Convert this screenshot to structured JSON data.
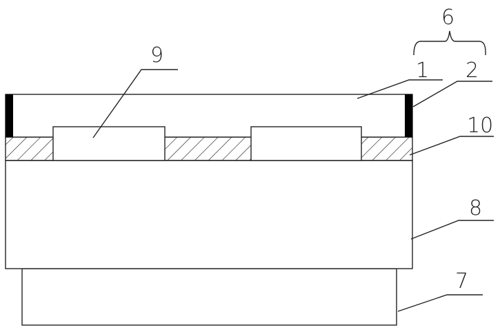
{
  "diagram": {
    "type": "layered cross-section",
    "labels": {
      "assembly": "6",
      "top_layer": "1",
      "side_seal": "2",
      "chips": "9",
      "hatched_layer": "10",
      "substrate": "8",
      "base": "7"
    },
    "colors": {
      "line": "#222222",
      "seal": "#000000",
      "background": "#ffffff"
    }
  }
}
